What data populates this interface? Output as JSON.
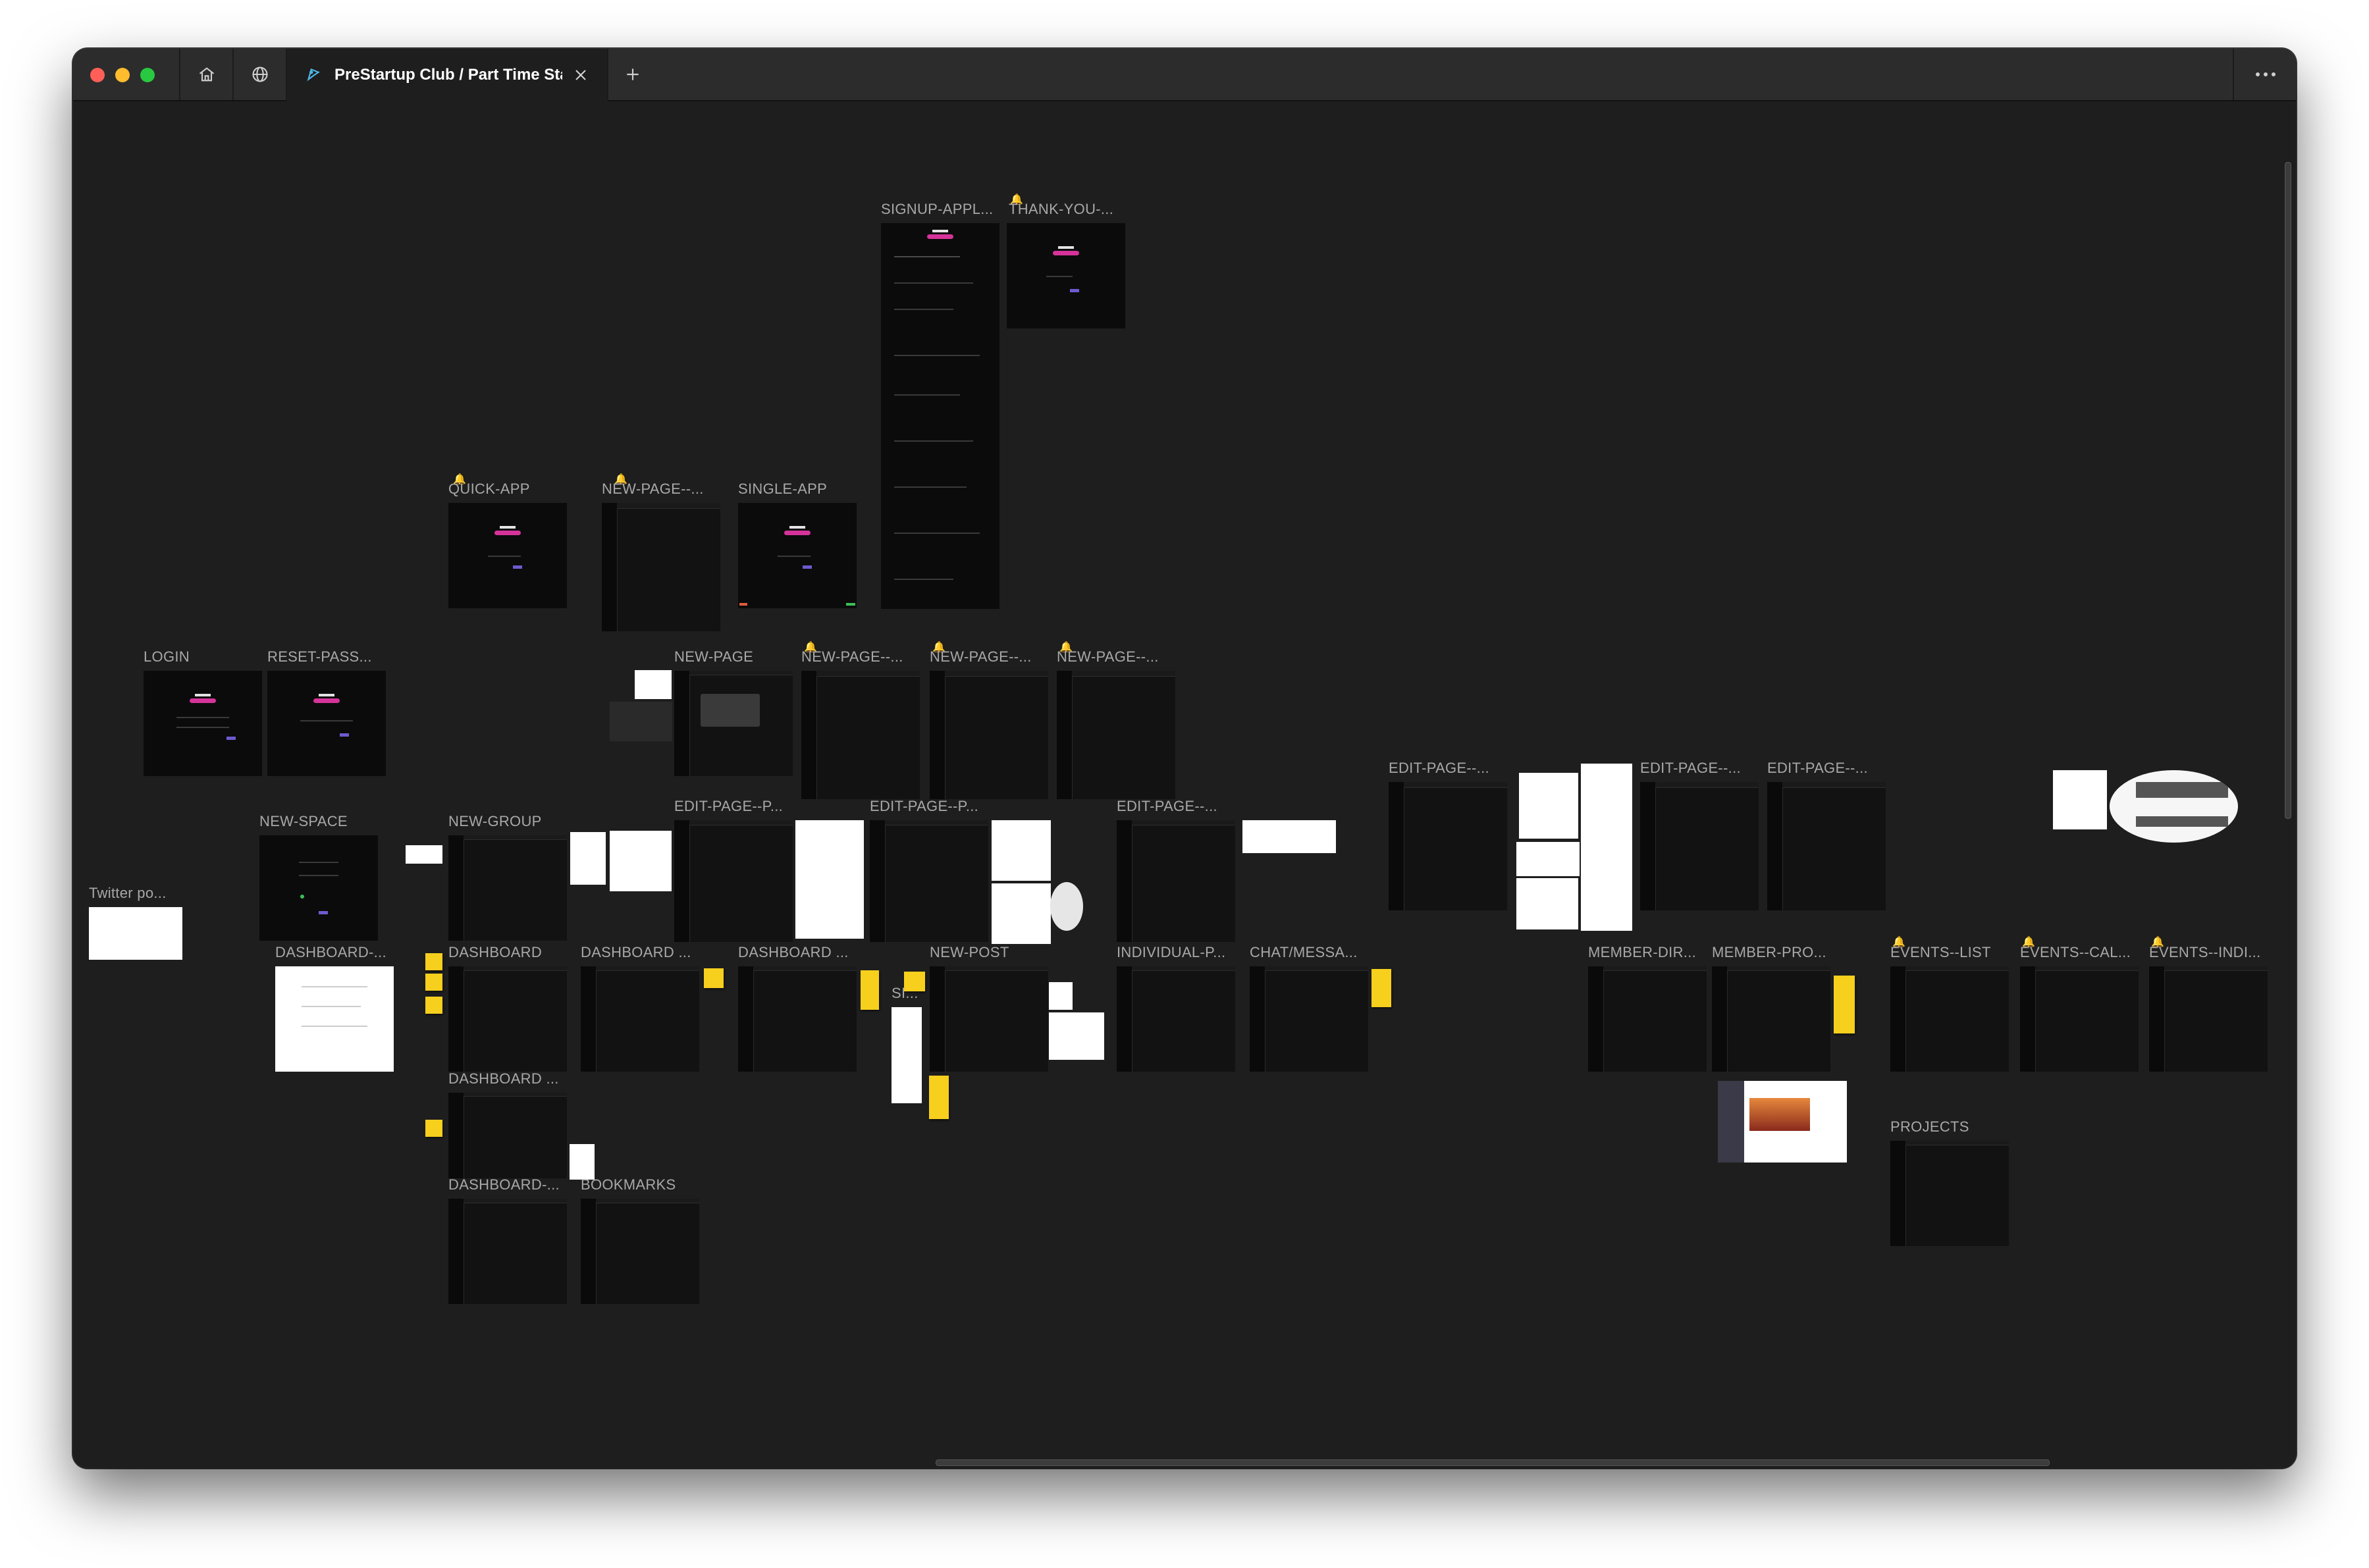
{
  "browser": {
    "tab_title": "PreStartup Club / Part Time Start",
    "icons": {
      "home": "home-icon",
      "globe": "globe-icon",
      "tab": "figma-tab-icon",
      "close": "close-icon",
      "new_tab": "plus-icon",
      "menu": "more-icon"
    }
  },
  "canvas": {
    "frames": {
      "signup": "SIGNUP-APPL...",
      "thank_you": "THANK-YOU-...",
      "quick_app": "QUICK-APP",
      "new_page_1": "NEW-PAGE--...",
      "single_app": "SINGLE-APP",
      "login": "LOGIN",
      "reset_pass": "RESET-PASS...",
      "new_page": "NEW-PAGE",
      "new_page_2": "NEW-PAGE--...",
      "new_page_3": "NEW-PAGE--...",
      "new_page_4": "NEW-PAGE--...",
      "edit_page_1": "EDIT-PAGE--...",
      "edit_page_2": "EDIT-PAGE--...",
      "edit_page_3": "EDIT-PAGE--...",
      "new_space": "NEW-SPACE",
      "new_group": "NEW-GROUP",
      "edit_page_p1": "EDIT-PAGE--P...",
      "edit_page_p2": "EDIT-PAGE--P...",
      "edit_page_4": "EDIT-PAGE--...",
      "twitter": "Twitter po...",
      "dashboard_1": "DASHBOARD-...",
      "dashboard_2": "DASHBOARD",
      "dashboard_3": "DASHBOARD ...",
      "dashboard_4": "DASHBOARD ...",
      "new_post": "NEW-POST",
      "si": "SI...",
      "individual": "INDIVIDUAL-P...",
      "chat": "CHAT/MESSA...",
      "member_dir": "MEMBER-DIR...",
      "member_pro": "MEMBER-PRO...",
      "events_list": "EVENTS--LIST",
      "events_cal": "EVENTS--CAL...",
      "events_indi": "EVENTS--INDI...",
      "dashboard_5": "DASHBOARD ...",
      "projects": "PROJECTS",
      "dashboard_6": "DASHBOARD-...",
      "bookmarks": "BOOKMARKS"
    }
  },
  "colors": {
    "accent": "#6d5bd0",
    "brand_pink": "#d6339a",
    "sticky": "#f7cf1d",
    "canvas_bg": "#1e1e1e"
  }
}
